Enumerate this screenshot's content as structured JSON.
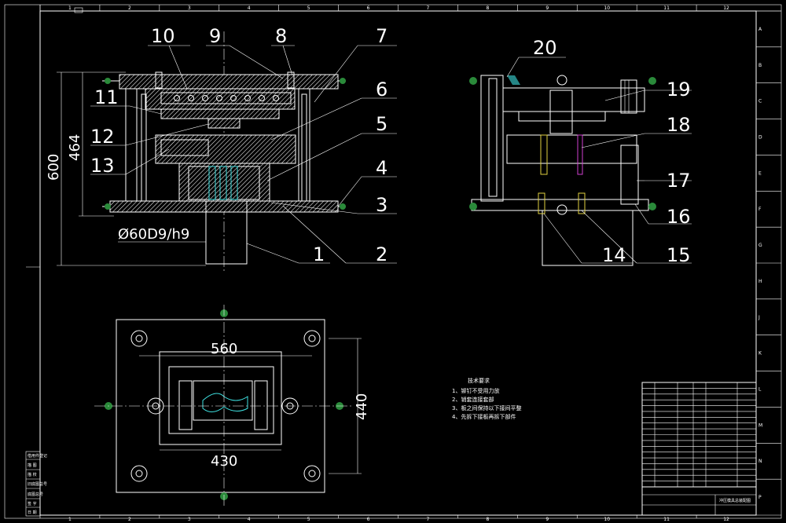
{
  "border": {
    "top_zones": [
      "1",
      "2",
      "3",
      "4",
      "5",
      "6",
      "7",
      "8",
      "9",
      "10",
      "11",
      "12"
    ],
    "bottom_zones": [
      "1",
      "2",
      "3",
      "4",
      "5",
      "6",
      "7",
      "8",
      "9",
      "10",
      "11",
      "12"
    ],
    "right_zones": [
      "A",
      "B",
      "C",
      "D",
      "E",
      "F",
      "G",
      "H",
      "J",
      "K",
      "L",
      "M",
      "N",
      "P"
    ]
  },
  "front_view": {
    "part_numbers": [
      "10",
      "9",
      "8",
      "7",
      "6",
      "5",
      "4",
      "3",
      "2",
      "1",
      "11",
      "12",
      "13"
    ],
    "dim_height_total": "600",
    "dim_height_inner": "464",
    "dim_shaft": "Ø60D9/h9"
  },
  "side_view": {
    "part_numbers": [
      "20",
      "19",
      "18",
      "17",
      "16",
      "15",
      "14"
    ]
  },
  "top_view": {
    "dim_width": "560",
    "dim_inner_width": "430",
    "dim_height": "440"
  },
  "tech_requirements": {
    "title": "技术要求",
    "items": [
      "1、铆钉不受用力放",
      "2、销套连接套部",
      "3、板之间保持以下接间平整",
      "4、先拆下接板再拆下部件"
    ]
  },
  "left_strip": {
    "labels": [
      "借用件登记",
      "描 图",
      "描 校",
      "旧底图总号",
      "底图总号",
      "签 字",
      "日 期"
    ]
  },
  "title_block": {
    "title": "冲压模具总装配图",
    "rows": 18
  },
  "colors": {
    "background": "#000000",
    "line": "#ffffff",
    "hatch": "#ffffff",
    "accent_cyan": "#3ee0e0",
    "accent_green": "#2a8a3a"
  }
}
